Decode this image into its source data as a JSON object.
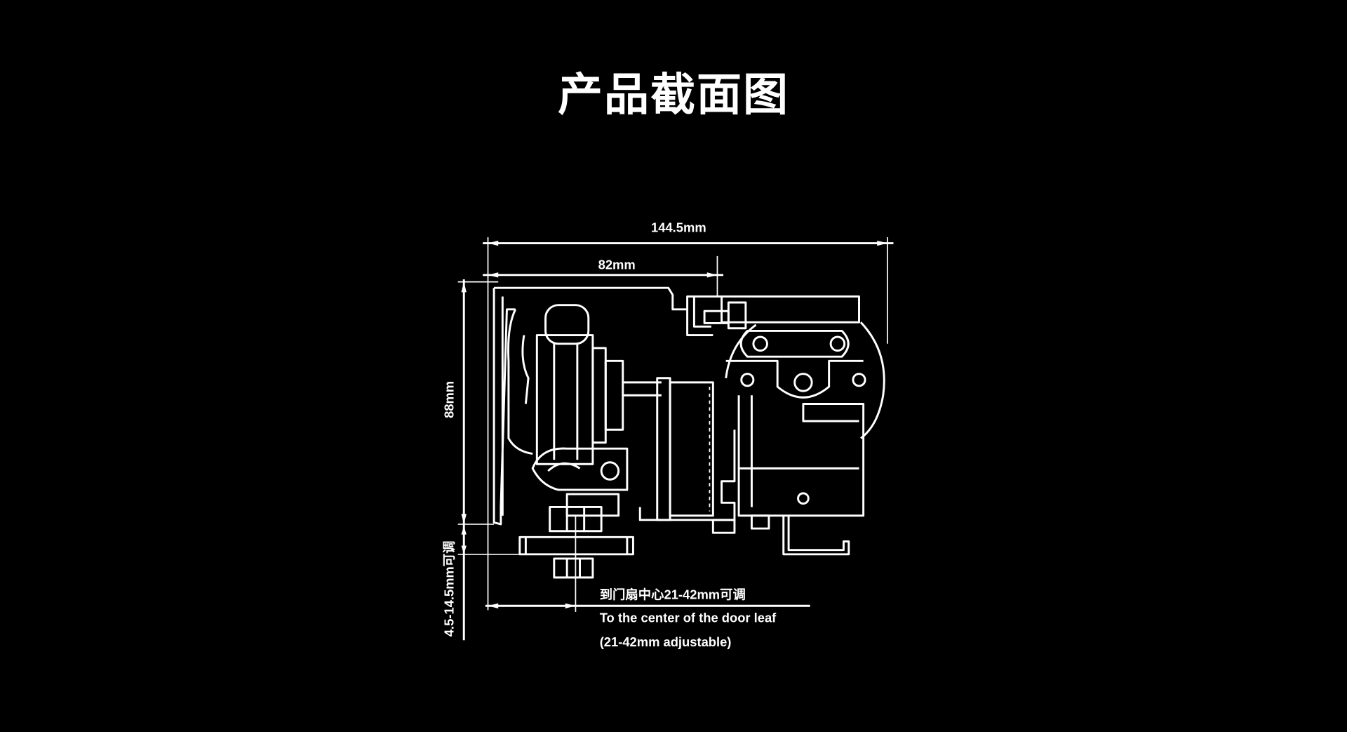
{
  "title": "产品截面图",
  "dimensions": {
    "total_width": "144.5mm",
    "inner_width": "82mm",
    "height": "88mm",
    "adjust_height": "4.5-14.5mm可调"
  },
  "note": {
    "cn": "到门扇中心21-42mm可调",
    "en_line1": "To the center of the door leaf",
    "en_line2": "(21-42mm adjustable)"
  },
  "colors": {
    "background": "#000000",
    "line": "#ffffff"
  }
}
